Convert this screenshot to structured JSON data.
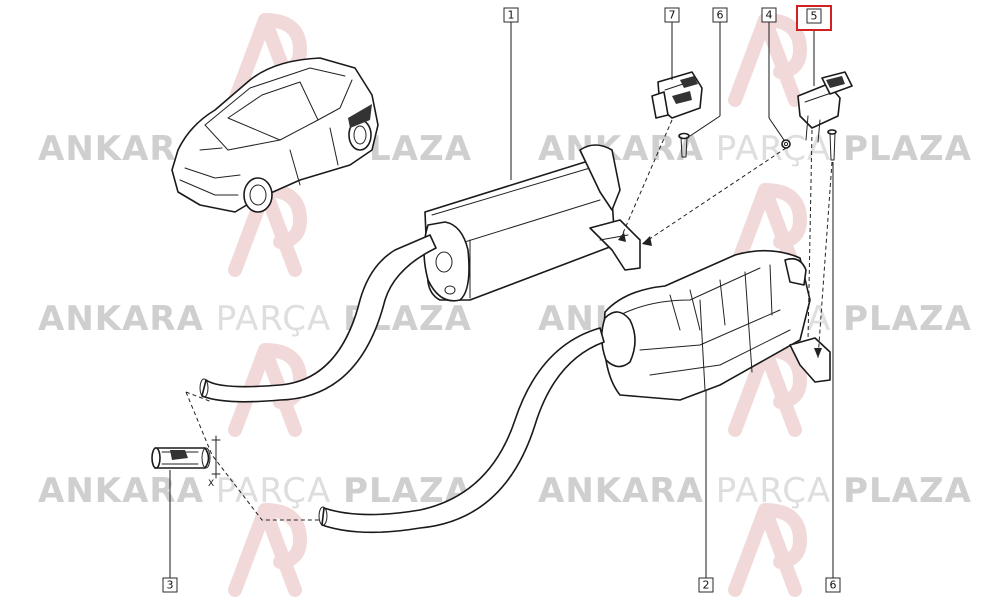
{
  "watermark": {
    "word1": "ANKARA",
    "word2": "PARÇA",
    "word3": "PLAZA"
  },
  "callouts": [
    {
      "id": "c1",
      "label": "1"
    },
    {
      "id": "c7",
      "label": "7"
    },
    {
      "id": "c6a",
      "label": "6"
    },
    {
      "id": "c4",
      "label": "4"
    },
    {
      "id": "c5",
      "label": "5"
    },
    {
      "id": "c3",
      "label": "3"
    },
    {
      "id": "c2",
      "label": "2"
    },
    {
      "id": "c6b",
      "label": "6"
    }
  ],
  "dimension_label": "X",
  "colors": {
    "highlight": "#d21f1f",
    "line": "#1a1a1a",
    "watermark": "#d8d8d8"
  }
}
